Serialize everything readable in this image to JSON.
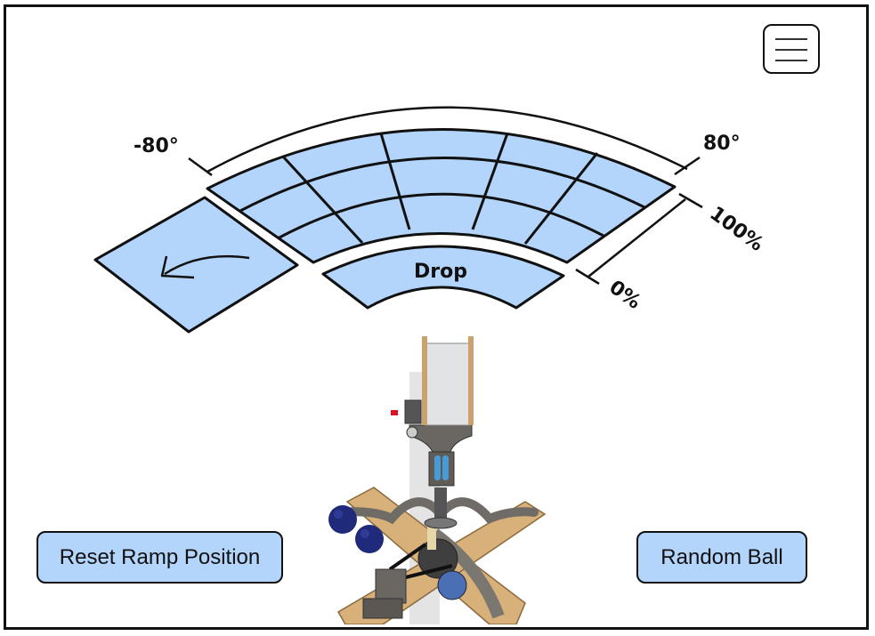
{
  "menu": {
    "icon": "hamburger-menu-icon"
  },
  "control_diagram": {
    "angle_min_label": "-80°",
    "angle_max_label": "80°",
    "power_max_label": "100%",
    "power_min_label": "0%",
    "drop_label": "Drop",
    "rotate_icon": "curved-arrow-left-icon",
    "grid": {
      "angle_columns": 5,
      "power_rows": 3
    },
    "fill_color": "#b3d4fb"
  },
  "machine_image": {
    "description": "ball launcher ramp assembly",
    "balls": 2,
    "ball_color": "#1f2a7a"
  },
  "buttons": {
    "reset_ramp": "Reset Ramp Position",
    "random_ball": "Random Ball"
  }
}
